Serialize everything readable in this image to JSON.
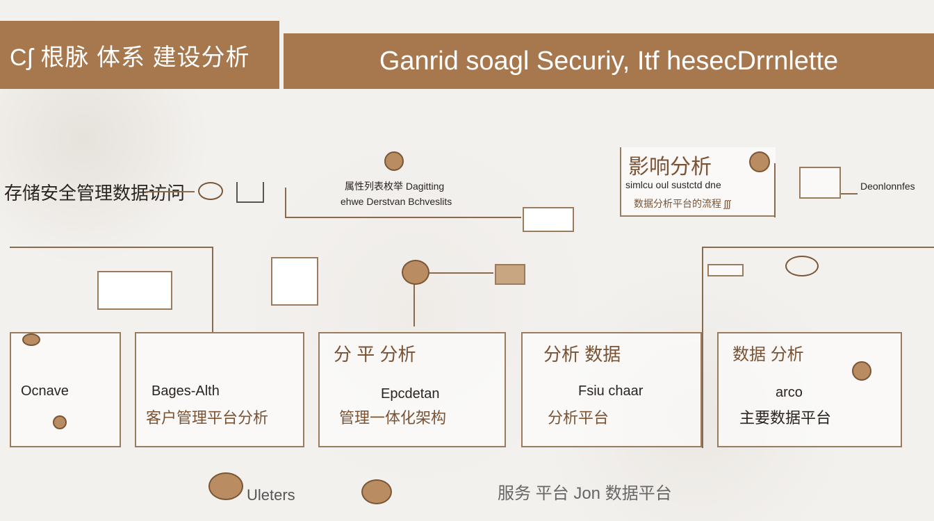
{
  "header": {
    "left_title": "Cʃ 根脉 体系 建设分析",
    "right_title": "Ganrid soagl Securiy,  Itf hesecDrrnlette"
  },
  "left_label": "存储安全管理数据访问",
  "center_node": {
    "line1": "属性列表枚举 Dagitting",
    "line2": "ehwe Derstvan Bchveslits"
  },
  "right_node": {
    "heading": "影响分析",
    "line1": "simlcu oul sustctd dne",
    "line2": "数据分析平台的流程 ʃʃʃ"
  },
  "far_right_label": "Deonlonnfes",
  "boxes": [
    {
      "title": "Ocnave",
      "sub": ""
    },
    {
      "title": "Bages-Alth",
      "sub": "客户管理平台分析"
    },
    {
      "title": "Epcdetan",
      "sub": "管理一体化架构",
      "top": "分 平 分析"
    },
    {
      "title": "Fsiu chaar",
      "sub": "分析平台",
      "top": "分析 数据"
    },
    {
      "title": "arco",
      "sub": "主要数据平台",
      "top": "数据 分析"
    }
  ],
  "footer": {
    "left": "Uleters",
    "right": "服务 平台 Jon 数据平台"
  }
}
